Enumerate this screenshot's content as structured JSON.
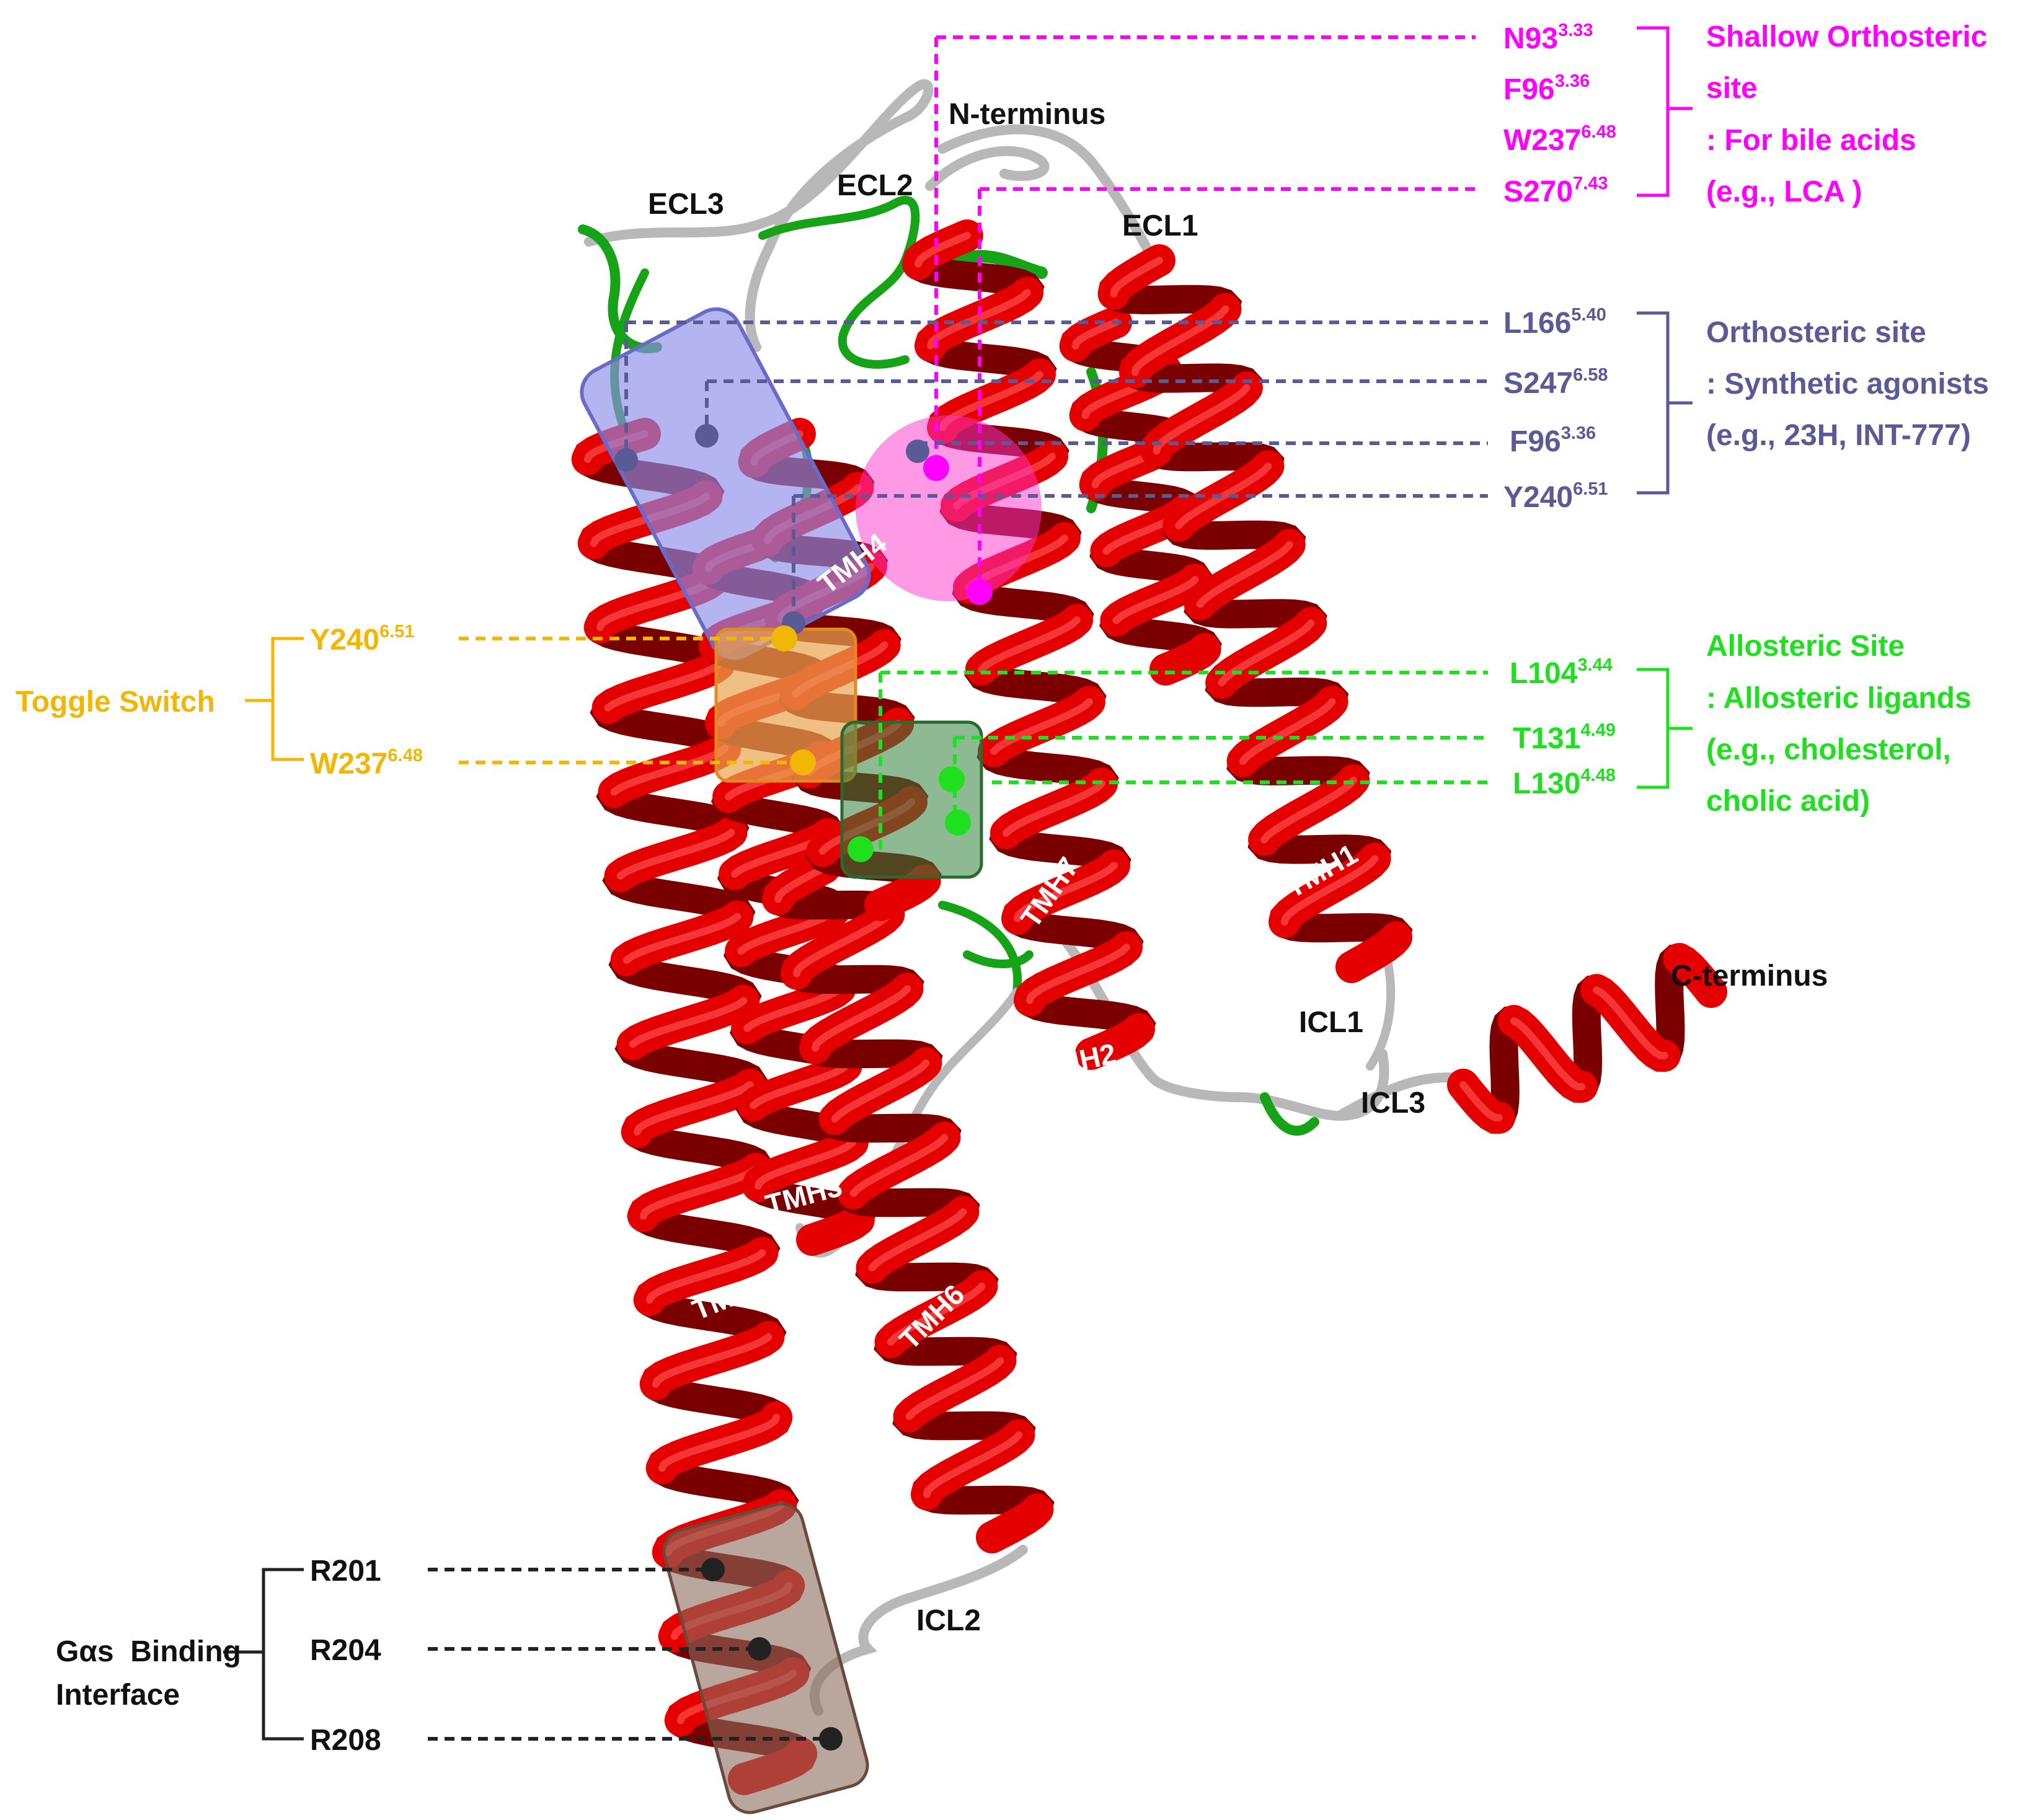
{
  "colors": {
    "helix": "#d40000",
    "helix_dark": "#8a0000",
    "loop": "#b8b8b8",
    "loop_green": "#17a317",
    "shallow": "#ff00ff",
    "orthosteric": "#5a5a96",
    "allosteric": "#1ee01e",
    "toggle": "#f2b705",
    "galpha": "#222222",
    "box_ortho": "#8c8ce8",
    "box_toggle": "#e9a450",
    "box_allo": "#3f8f4a",
    "box_galpha": "#8a6a5c"
  },
  "structure_labels": {
    "n_terminus": "N-terminus",
    "c_terminus": "C-terminus",
    "ecl1": "ECL1",
    "ecl2": "ECL2",
    "ecl3": "ECL3",
    "icl1": "ICL1",
    "icl2": "ICL2",
    "icl3": "ICL3",
    "tmh1": "TMH1",
    "tmh2": "TMH2",
    "tmh3": "TMH3",
    "tmh4": "TMH4",
    "tmh5": "TMH5",
    "tmh6": "TMH6",
    "tmh7": "TMH7"
  },
  "shallow_site": {
    "residues": [
      {
        "name": "N93",
        "num": "3.33"
      },
      {
        "name": "F96",
        "num": "3.36"
      },
      {
        "name": "W237",
        "num": "6.48"
      },
      {
        "name": "S270",
        "num": "7.43"
      }
    ],
    "title": "Shallow Orthosteric",
    "title2": "site",
    "desc": ": For bile acids",
    "example": "(e.g., LCA )"
  },
  "orthosteric_site": {
    "residues": [
      {
        "name": "L166",
        "num": "5.40"
      },
      {
        "name": "S247",
        "num": "6.58"
      },
      {
        "name": "F96",
        "num": "3.36"
      },
      {
        "name": "Y240",
        "num": "6.51"
      }
    ],
    "title": "Orthosteric site",
    "desc": ": Synthetic agonists",
    "example": "(e.g., 23H, INT-777)"
  },
  "allosteric_site": {
    "residues": [
      {
        "name": "L104",
        "num": "3.44"
      },
      {
        "name": "T131",
        "num": "4.49"
      },
      {
        "name": "L130",
        "num": "4.48"
      }
    ],
    "title": "Allosteric Site",
    "desc": ": Allosteric ligands",
    "example": "(e.g., cholesterol,",
    "example2": "cholic acid)"
  },
  "toggle_switch": {
    "title": "Toggle Switch",
    "residues": [
      {
        "name": "Y240",
        "num": "6.51"
      },
      {
        "name": "W237",
        "num": "6.48"
      }
    ]
  },
  "galpha_interface": {
    "title": "Gαs  Binding",
    "title2": "Interface",
    "residues": [
      "R201",
      "R204",
      "R208"
    ]
  }
}
